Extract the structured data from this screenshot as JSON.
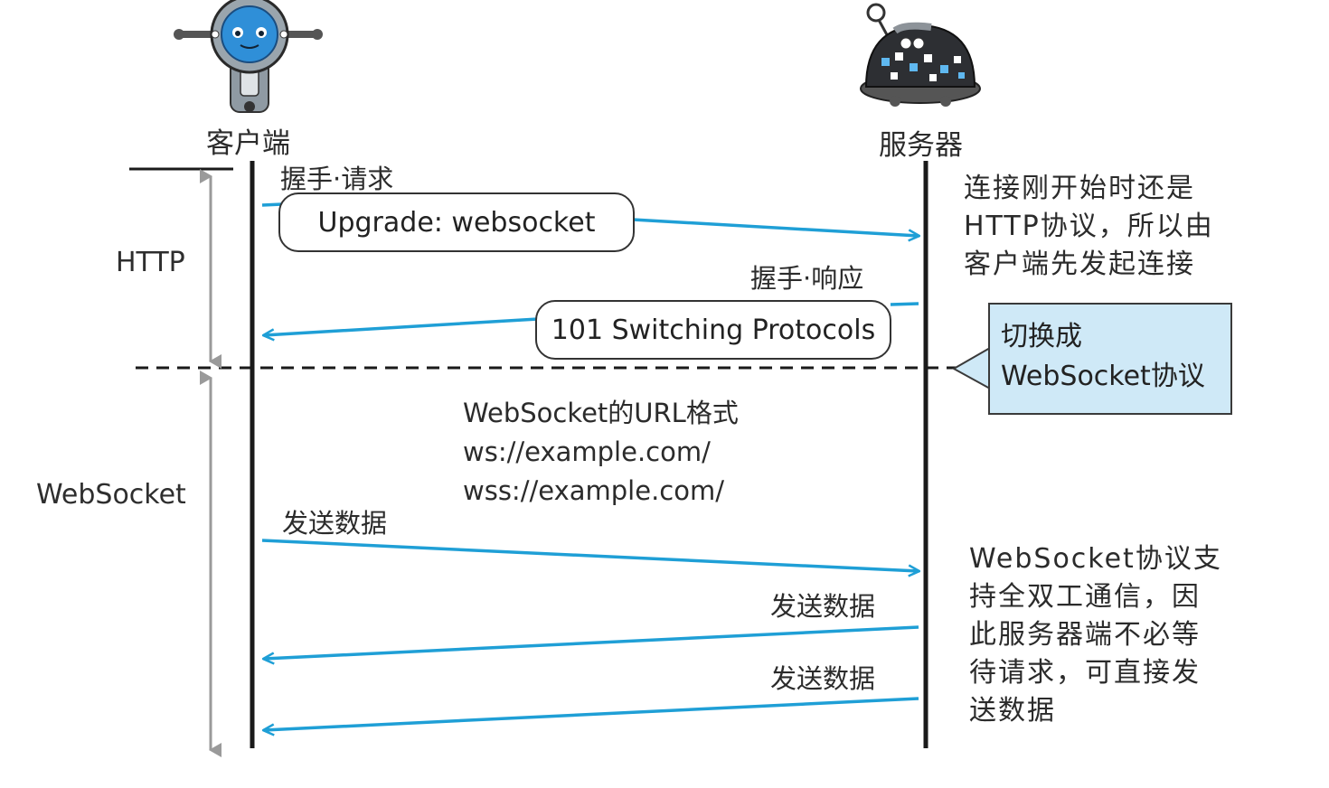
{
  "actors": {
    "client": {
      "label": "客户端",
      "icon": "robot-client-icon"
    },
    "server": {
      "label": "服务器",
      "icon": "robot-server-icon"
    }
  },
  "phases": {
    "http": "HTTP",
    "websocket": "WebSocket"
  },
  "messages": {
    "handshake_request": {
      "label": "握手·请求",
      "content": "Upgrade: websocket",
      "direction": "client-to-server"
    },
    "handshake_response": {
      "label": "握手·响应",
      "content": "101 Switching Protocols",
      "direction": "server-to-client"
    },
    "send_1": {
      "label": "发送数据",
      "direction": "client-to-server"
    },
    "send_2": {
      "label": "发送数据",
      "direction": "server-to-client"
    },
    "send_3": {
      "label": "发送数据",
      "direction": "server-to-client"
    }
  },
  "url_format": {
    "title": "WebSocket的URL格式",
    "ws": "ws://example.com/",
    "wss": "wss://example.com/"
  },
  "notes": {
    "http_start": [
      "连接刚开始时还是",
      "HTTP协议，所以由",
      "客户端先发起连接"
    ],
    "switch_callout": [
      "切换成",
      "WebSocket协议"
    ],
    "full_duplex": [
      "WebSocket协议支",
      "持全双工通信，因",
      "此服务器端不必等",
      "待请求，可直接发",
      "送数据"
    ]
  },
  "colors": {
    "arrow": "#1f9fd6",
    "lifeline": "#1a1a1a",
    "phase_arrow": "#9a9a9a",
    "callout_fill": "#cfe9f7"
  }
}
